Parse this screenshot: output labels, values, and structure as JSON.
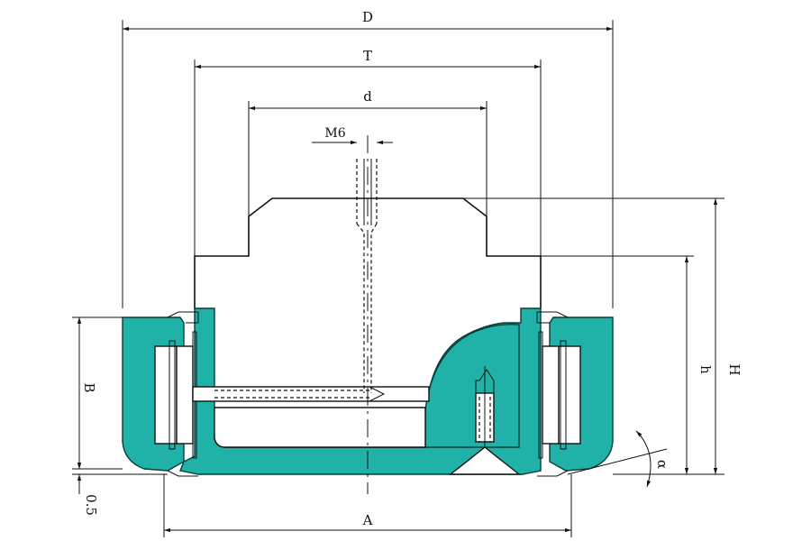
{
  "drawing": {
    "labels": {
      "D": "D",
      "T": "T",
      "d": "d",
      "M6": "M6",
      "H": "H",
      "h": "h",
      "B": "B",
      "A": "A",
      "gap": "0.5",
      "alpha": "α"
    },
    "colors": {
      "body_fill": "#20b2a8",
      "outline": "#111111"
    }
  }
}
